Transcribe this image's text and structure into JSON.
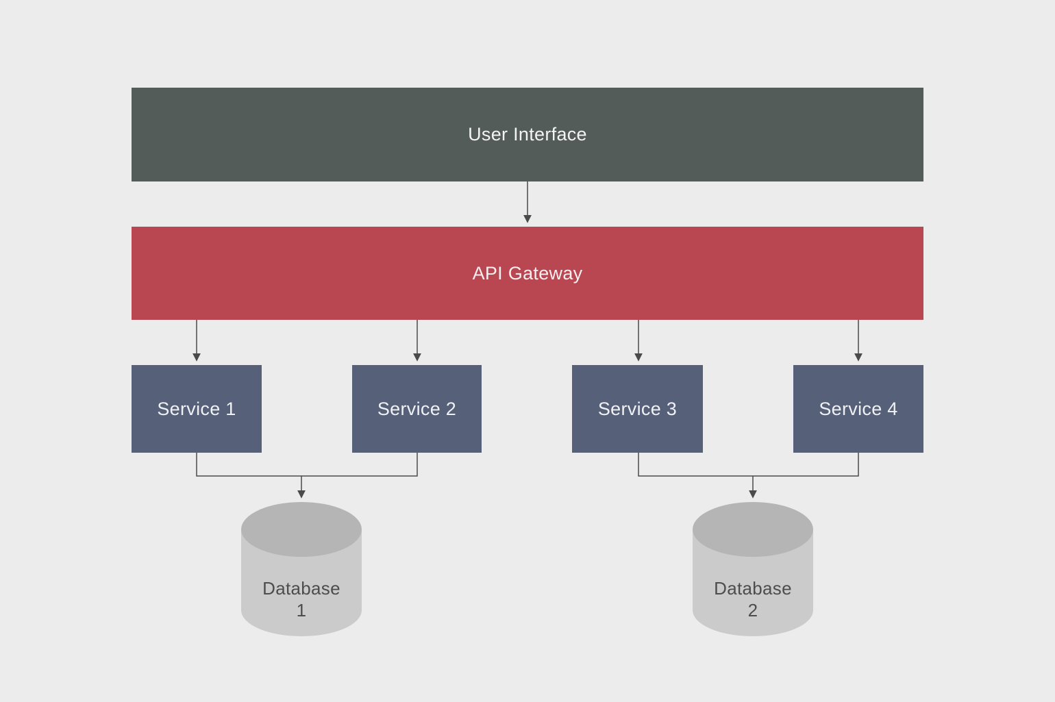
{
  "canvas": {
    "background": "#ececec",
    "connector_color": "#4a4a4a"
  },
  "nodes": {
    "user_interface": {
      "label": "User Interface",
      "fill": "#545c59",
      "text_color": "#f3f3f3"
    },
    "api_gateway": {
      "label": "API Gateway",
      "fill": "#b94752",
      "text_color": "#f7eef0"
    },
    "service_1": {
      "label": "Service 1",
      "fill": "#566078",
      "text_color": "#f0f1f5"
    },
    "service_2": {
      "label": "Service 2",
      "fill": "#566078",
      "text_color": "#f0f1f5"
    },
    "service_3": {
      "label": "Service 3",
      "fill": "#566078",
      "text_color": "#f0f1f5"
    },
    "service_4": {
      "label": "Service 4",
      "fill": "#566078",
      "text_color": "#f0f1f5"
    },
    "database_1": {
      "label_line1": "Database",
      "label_line2": "1",
      "body_fill": "#cbcbcb",
      "top_fill": "#b5b5b5",
      "text_color": "#4d4d4d"
    },
    "database_2": {
      "label_line1": "Database",
      "label_line2": "2",
      "body_fill": "#cbcbcb",
      "top_fill": "#b5b5b5",
      "text_color": "#4d4d4d"
    }
  },
  "edges": {
    "ui_to_gateway": "User Interface to API Gateway",
    "gateway_to_service_1": "API Gateway to Service 1",
    "gateway_to_service_2": "API Gateway to Service 2",
    "gateway_to_service_3": "API Gateway to Service 3",
    "gateway_to_service_4": "API Gateway to Service 4",
    "services_12_to_database_1": "Service 1 and Service 2 to Database 1",
    "services_34_to_database_2": "Service 3 and Service 4 to Database 2"
  }
}
